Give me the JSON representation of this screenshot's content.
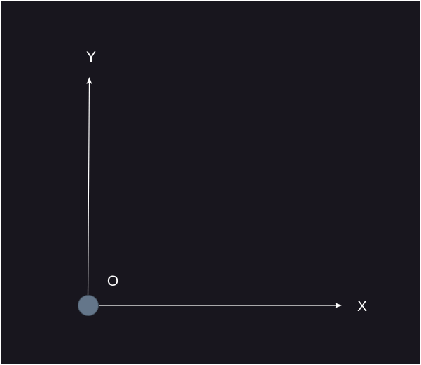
{
  "diagram": {
    "labels": {
      "y_axis": "Y",
      "x_axis": "X",
      "origin": "O"
    },
    "colors": {
      "background": "#18161e",
      "axis": "#ffffff",
      "text": "#ffffff",
      "origin_point_fill": "#64768a",
      "origin_point_stroke": "#43505e"
    }
  }
}
